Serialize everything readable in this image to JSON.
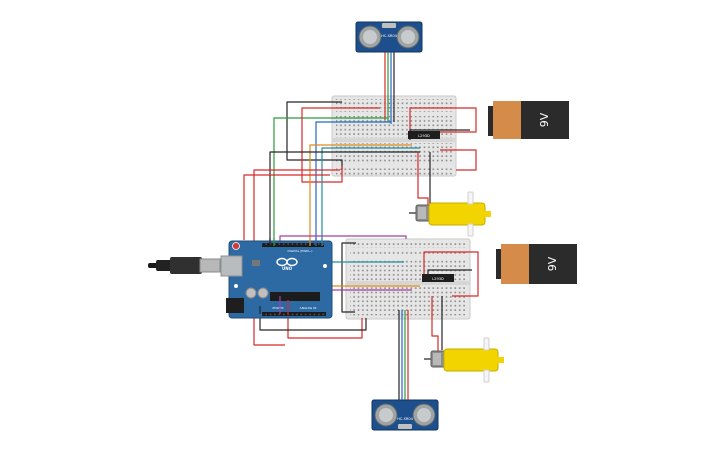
{
  "sensors": {
    "top": {
      "label": "HC-SR04"
    },
    "bottom": {
      "label": "HC-SR04"
    }
  },
  "batteries": {
    "top": {
      "label": "9V"
    },
    "bottom": {
      "label": "9V"
    }
  },
  "drivers": {
    "top": {
      "label": "L293D"
    },
    "bottom": {
      "label": "L293D"
    }
  },
  "arduino": {
    "brand": "UNO",
    "digital_label": "DIGITAL (PWM~)",
    "analog_label": "ANALOG IN",
    "power_label": "POWER"
  },
  "colors": {
    "wire_red": "#d62a2a",
    "wire_black": "#262626",
    "wire_green": "#2e9b3a",
    "wire_blue": "#2467c2",
    "wire_teal": "#1d8fa0",
    "wire_orange": "#e08a1e",
    "wire_purple": "#a43fa8",
    "board_blue": "#2d6aa4",
    "sensor_blue": "#1c4f8c",
    "motor_yellow": "#f2d500",
    "battery_orange": "#d58c4a",
    "battery_dark": "#2b2b2b",
    "breadboard": "#e4e4e4"
  }
}
